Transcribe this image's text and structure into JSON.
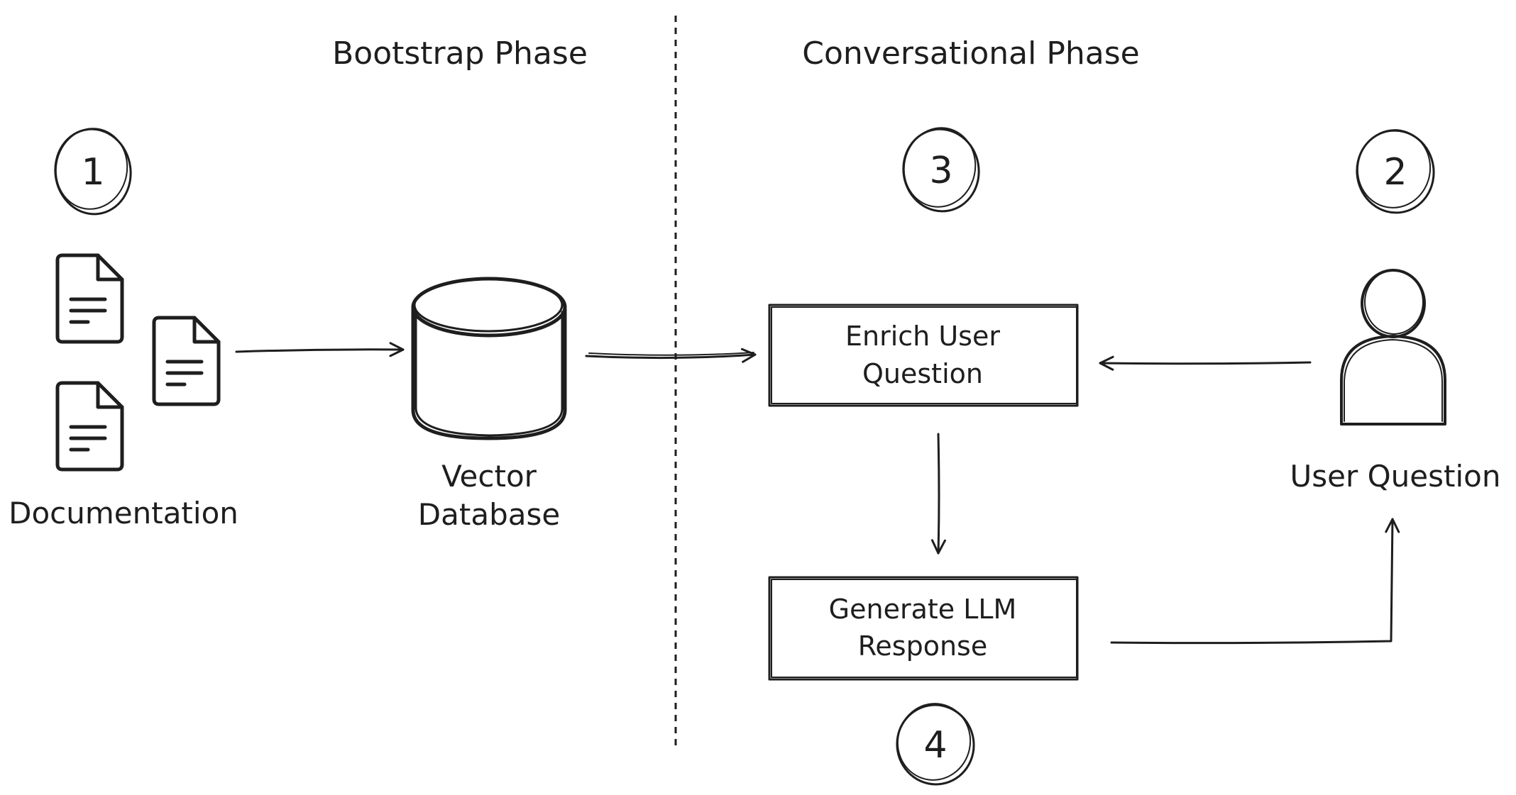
{
  "phases": {
    "bootstrap": "Bootstrap Phase",
    "conversational": "Conversational Phase"
  },
  "steps": {
    "one": "1",
    "two": "2",
    "three": "3",
    "four": "4"
  },
  "nodes": {
    "documentation": "Documentation",
    "vector_database": [
      "Vector",
      "Database"
    ],
    "enrich": [
      "Enrich User",
      "Question"
    ],
    "generate": [
      "Generate LLM",
      "Response"
    ],
    "user_question": "User Question"
  },
  "icons": {
    "document": "document-icon",
    "database": "database-cylinder-icon",
    "user": "user-icon"
  }
}
